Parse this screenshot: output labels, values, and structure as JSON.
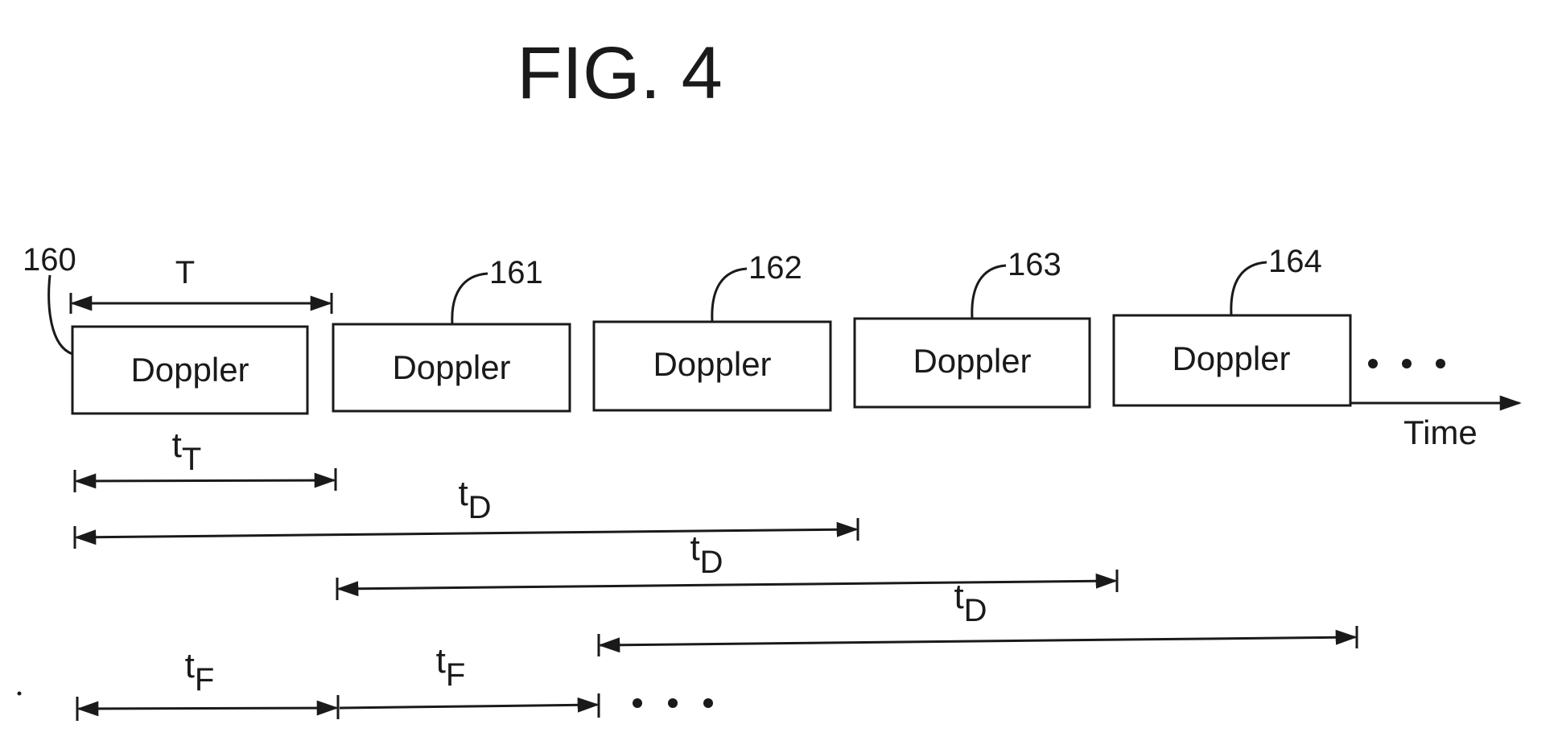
{
  "figure": {
    "title": "FIG. 4"
  },
  "blocks": [
    {
      "ref": "160",
      "label": "Doppler"
    },
    {
      "ref": "161",
      "label": "Doppler"
    },
    {
      "ref": "162",
      "label": "Doppler"
    },
    {
      "ref": "163",
      "label": "Doppler"
    },
    {
      "ref": "164",
      "label": "Doppler"
    }
  ],
  "period_label": "T",
  "time_axis_label": "Time",
  "intervals": {
    "tT": {
      "main": "t",
      "sub": "T"
    },
    "tD": [
      {
        "main": "t",
        "sub": "D"
      },
      {
        "main": "t",
        "sub": "D"
      },
      {
        "main": "t",
        "sub": "D"
      }
    ],
    "tF": [
      {
        "main": "t",
        "sub": "F"
      },
      {
        "main": "t",
        "sub": "F"
      }
    ]
  }
}
